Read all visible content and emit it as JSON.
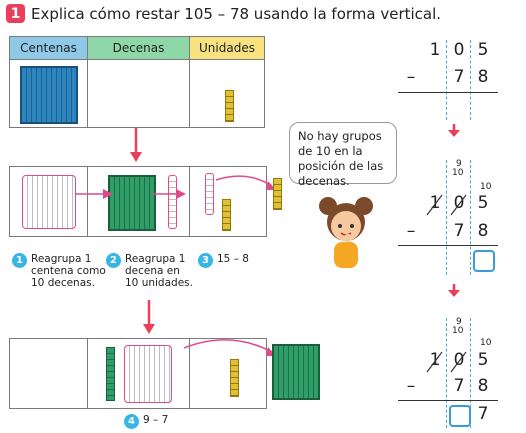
{
  "title": {
    "number": "1",
    "text": "Explica cómo restar 105 – 78 usando la forma vertical."
  },
  "table": {
    "headers": [
      "Centenas",
      "Decenas",
      "Unidades"
    ]
  },
  "steps": [
    {
      "n": "1",
      "text": "Reagrupa 1 centena como 10 decenas."
    },
    {
      "n": "2",
      "text": "Reagrupa 1 decena en 10 unidades."
    },
    {
      "n": "3",
      "text": "15 – 8"
    },
    {
      "n": "4",
      "text": "9 – 7"
    }
  ],
  "bubble": "No hay grupos de 10 en la posición de las decenas.",
  "vertical": {
    "first": {
      "top": [
        "1",
        "0",
        "5"
      ],
      "op": "–",
      "bottom": [
        "",
        "7",
        "8"
      ]
    },
    "second": {
      "regroup_tens": "9",
      "regroup_ten": "10",
      "regroup_units": "10",
      "top": [
        "1",
        "0",
        "5"
      ],
      "op": "–",
      "bottom": [
        "",
        "7",
        "8"
      ]
    },
    "third": {
      "regroup_tens": "9",
      "regroup_ten": "10",
      "regroup_units": "10",
      "top": [
        "1",
        "0",
        "5"
      ],
      "op": "–",
      "bottom": [
        "",
        "7",
        "8"
      ],
      "result_units": "7"
    }
  },
  "colors": {
    "accent": "#e8405a",
    "arrow": "#e8405a",
    "badge": "#39b5e5"
  }
}
